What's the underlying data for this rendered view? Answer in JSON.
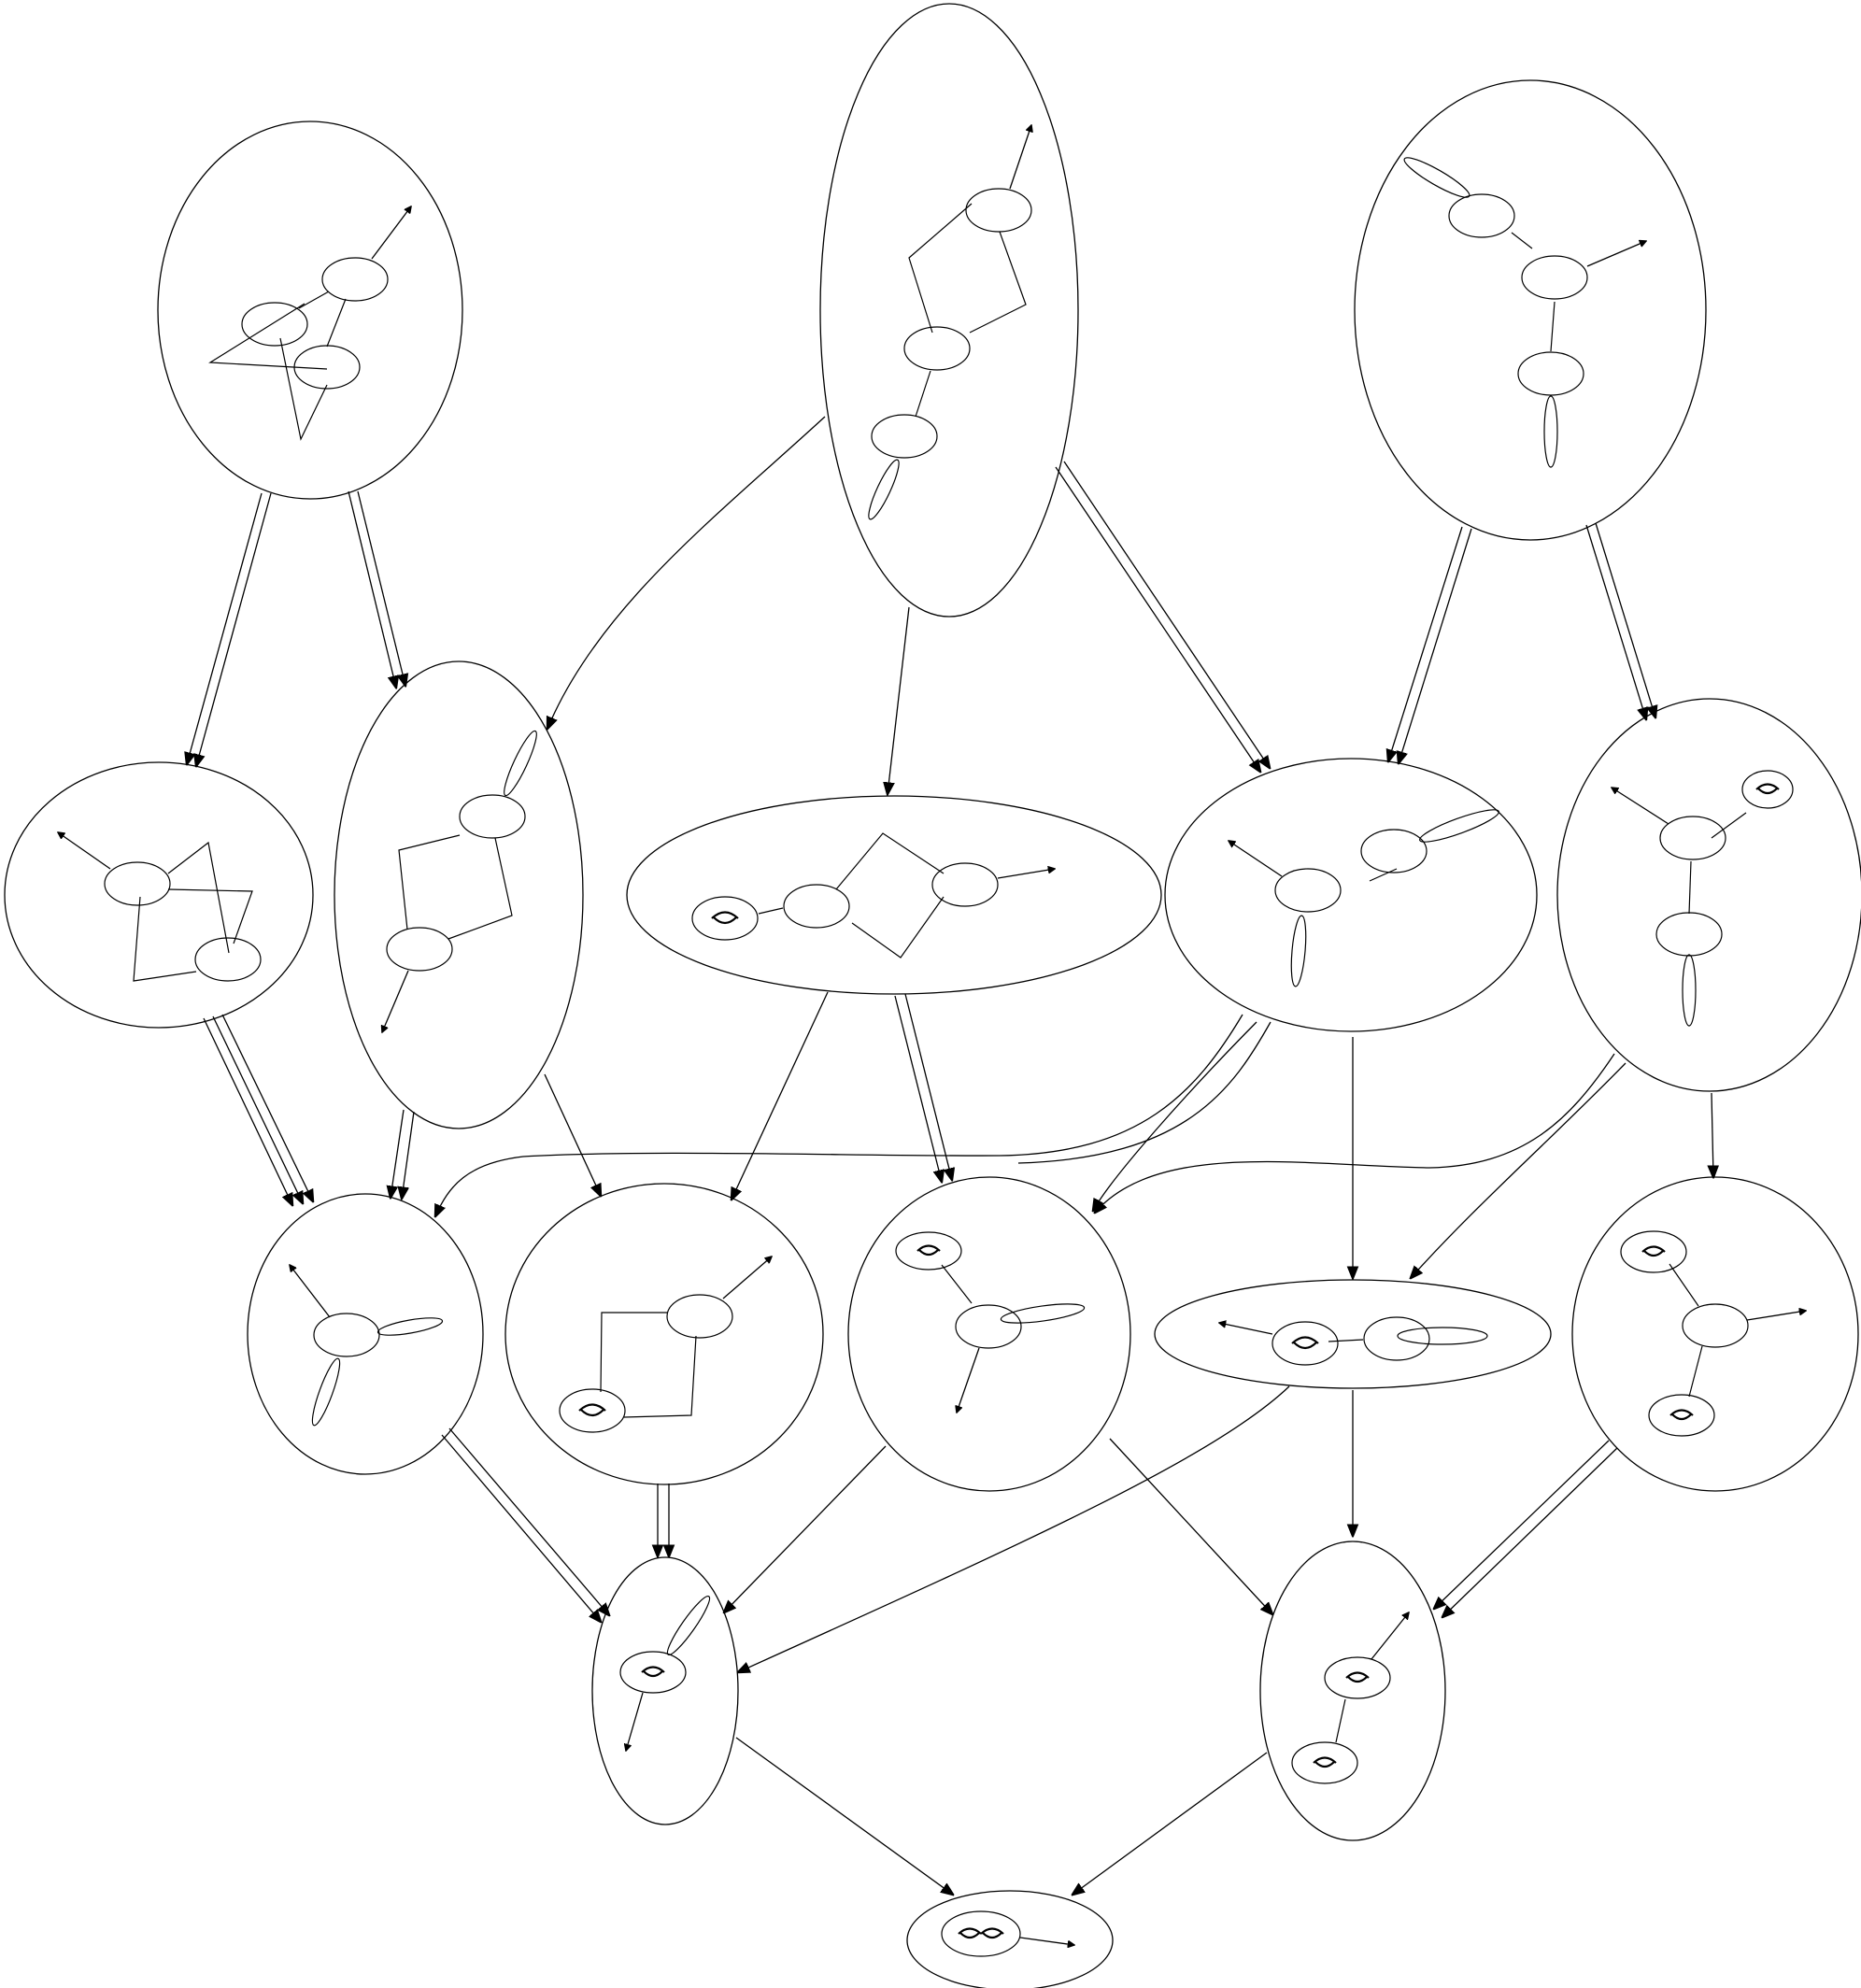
{
  "diagram": {
    "kind": "degeneration graph of stable curves",
    "nodes": [
      {
        "id": "n1"
      },
      {
        "id": "n2"
      },
      {
        "id": "n3"
      },
      {
        "id": "n4"
      },
      {
        "id": "n5"
      },
      {
        "id": "n6"
      },
      {
        "id": "n7"
      },
      {
        "id": "n8"
      },
      {
        "id": "n9"
      },
      {
        "id": "n10"
      },
      {
        "id": "n11"
      },
      {
        "id": "n12"
      },
      {
        "id": "n13"
      },
      {
        "id": "n14"
      },
      {
        "id": "n15"
      },
      {
        "id": "n16"
      }
    ],
    "edges": [
      {
        "from": "n1",
        "to": "n4",
        "multiplicity": 2
      },
      {
        "from": "n1",
        "to": "n5",
        "multiplicity": 2
      },
      {
        "from": "n2",
        "to": "n5",
        "multiplicity": 1
      },
      {
        "from": "n2",
        "to": "n6",
        "multiplicity": 1
      },
      {
        "from": "n2",
        "to": "n7",
        "multiplicity": 2
      },
      {
        "from": "n3",
        "to": "n7",
        "multiplicity": 2
      },
      {
        "from": "n3",
        "to": "n8",
        "multiplicity": 2
      },
      {
        "from": "n4",
        "to": "n9",
        "multiplicity": 3
      },
      {
        "from": "n5",
        "to": "n9",
        "multiplicity": 2
      },
      {
        "from": "n5",
        "to": "n10",
        "multiplicity": 1
      },
      {
        "from": "n6",
        "to": "n10",
        "multiplicity": 1
      },
      {
        "from": "n6",
        "to": "n11",
        "multiplicity": 2
      },
      {
        "from": "n7",
        "to": "n9",
        "multiplicity": 2
      },
      {
        "from": "n7",
        "to": "n11",
        "multiplicity": 1
      },
      {
        "from": "n7",
        "to": "n12",
        "multiplicity": 1
      },
      {
        "from": "n8",
        "to": "n11",
        "multiplicity": 1
      },
      {
        "from": "n8",
        "to": "n12",
        "multiplicity": 1
      },
      {
        "from": "n8",
        "to": "n13",
        "multiplicity": 1
      },
      {
        "from": "n9",
        "to": "n14",
        "multiplicity": 2
      },
      {
        "from": "n10",
        "to": "n14",
        "multiplicity": 2
      },
      {
        "from": "n11",
        "to": "n14",
        "multiplicity": 1
      },
      {
        "from": "n11",
        "to": "n15",
        "multiplicity": 1
      },
      {
        "from": "n12",
        "to": "n14",
        "multiplicity": 1
      },
      {
        "from": "n12",
        "to": "n15",
        "multiplicity": 1
      },
      {
        "from": "n13",
        "to": "n15",
        "multiplicity": 2
      },
      {
        "from": "n14",
        "to": "n16",
        "multiplicity": 1
      },
      {
        "from": "n15",
        "to": "n16",
        "multiplicity": 1
      }
    ]
  }
}
